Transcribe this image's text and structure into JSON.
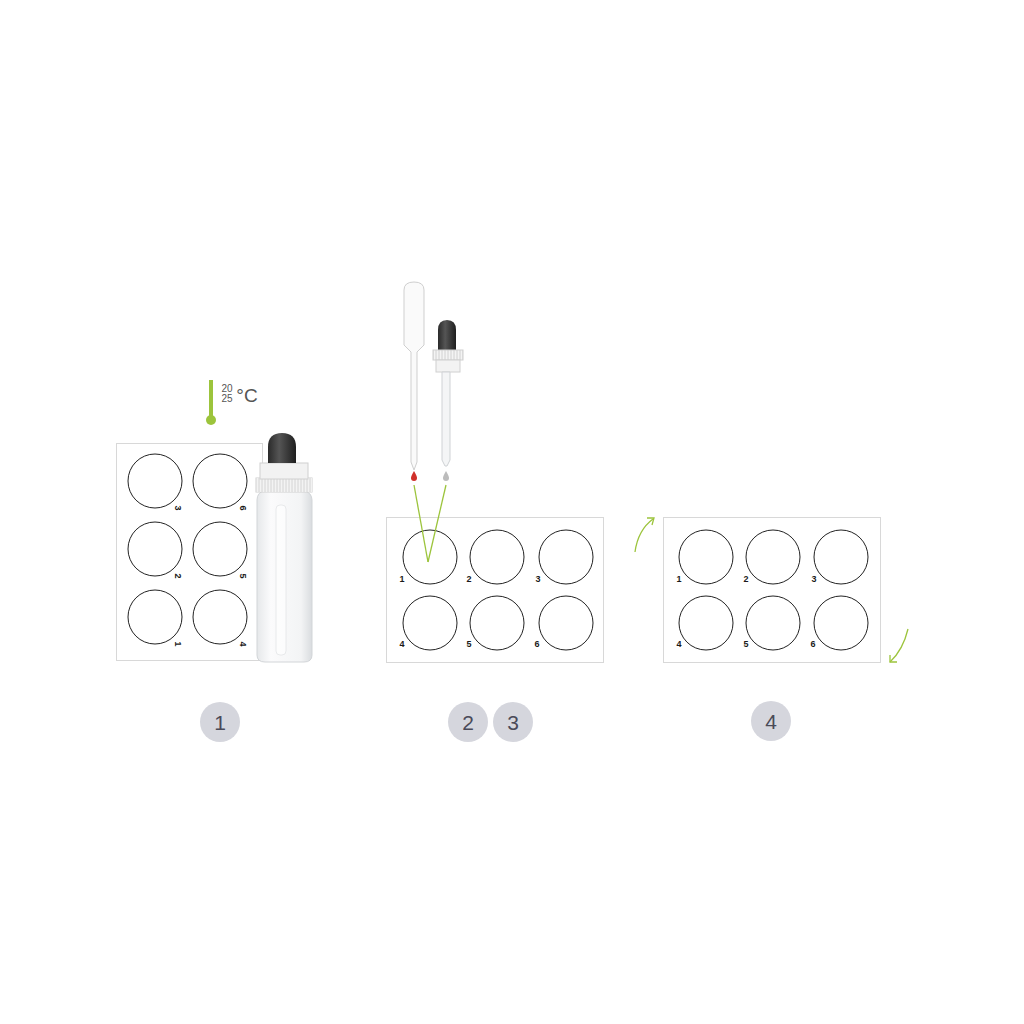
{
  "diagram": {
    "nodes": [
      {
        "text": [
          "1"
        ]
      },
      {
        "text": [
          "2"
        ]
      },
      {
        "text": [
          "3"
        ]
      },
      {
        "text": [
          "4"
        ]
      }
    ],
    "labels": [
      "20",
      "25",
      "°C",
      "3",
      "6",
      "2",
      "5",
      "1",
      "4",
      "1",
      "2",
      "3",
      "4",
      "5",
      "6",
      "1",
      "2",
      "3",
      "4",
      "5",
      "6"
    ]
  }
}
